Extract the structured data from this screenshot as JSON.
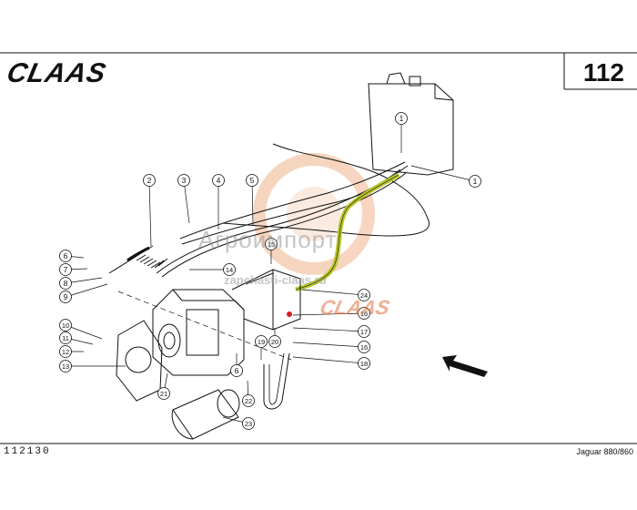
{
  "header": {
    "brand": "CLAAS",
    "page_number": "112"
  },
  "footer": {
    "drawing_code": "112130",
    "model": "Jaguar 880/860"
  },
  "watermark": {
    "main": "Агроимпорт",
    "url": "zapchasti-claas.ru",
    "brand": "CLAAS"
  },
  "callouts": [
    {
      "label": "1"
    },
    {
      "label": "1"
    },
    {
      "label": "2"
    },
    {
      "label": "3"
    },
    {
      "label": "4"
    },
    {
      "label": "5"
    },
    {
      "label": "6"
    },
    {
      "label": "7"
    },
    {
      "label": "8"
    },
    {
      "label": "9"
    },
    {
      "label": "10"
    },
    {
      "label": "11"
    },
    {
      "label": "12"
    },
    {
      "label": "13"
    },
    {
      "label": "14"
    },
    {
      "label": "15"
    },
    {
      "label": "16"
    },
    {
      "label": "16"
    },
    {
      "label": "17"
    },
    {
      "label": "18"
    },
    {
      "label": "19"
    },
    {
      "label": "20"
    },
    {
      "label": "21"
    },
    {
      "label": "22"
    },
    {
      "label": "23"
    },
    {
      "label": "24"
    },
    {
      "label": "6"
    }
  ],
  "colors": {
    "line": "#111111",
    "highlight": "#b8c62a",
    "marker": "#d21e1e",
    "watermark": "#e8884a"
  }
}
